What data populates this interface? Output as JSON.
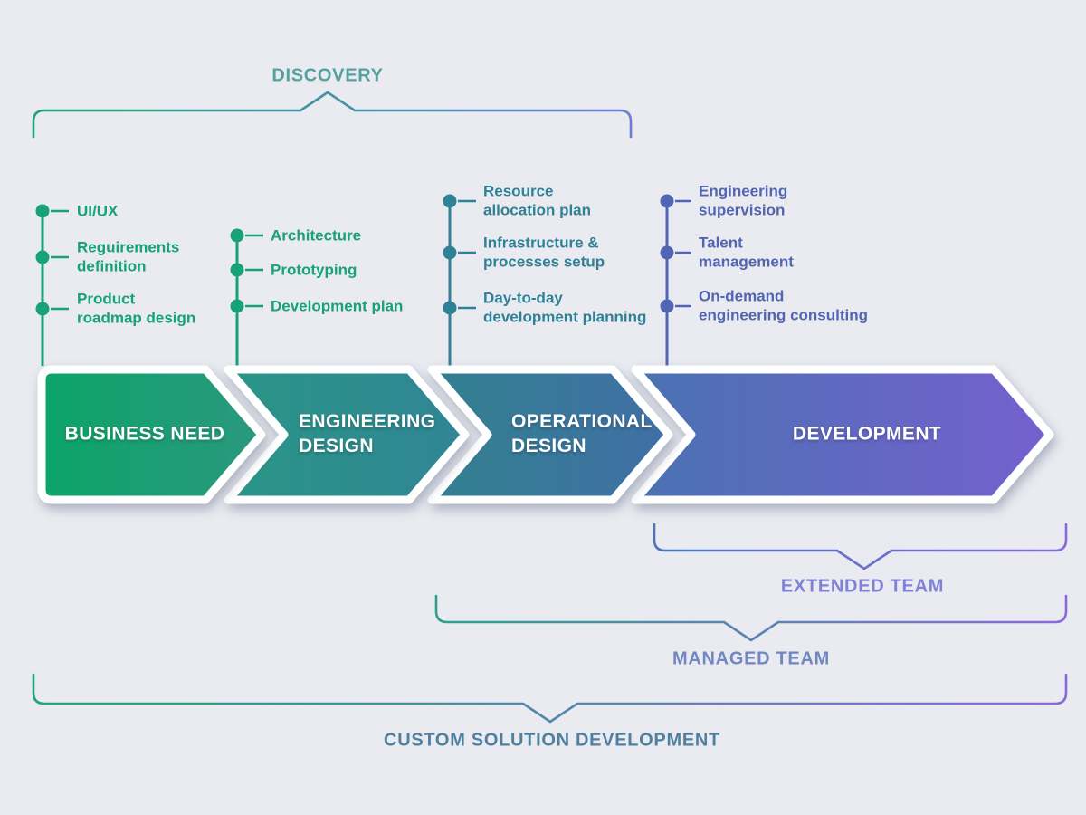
{
  "canvas": {
    "background": "#e9ebf0"
  },
  "braces": {
    "discovery": {
      "label": "DISCOVERY",
      "label_color": "#54a2a0",
      "gradient": [
        "#1ea578",
        "#6b7fd0"
      ]
    },
    "extended_team": {
      "label": "EXTENDED TEAM",
      "label_color": "#7e81d6",
      "gradient": [
        "#4a77b8",
        "#8a68d8"
      ]
    },
    "managed_team": {
      "label": "MANAGED TEAM",
      "label_color": "#7187bf",
      "gradient": [
        "#2f9e8c",
        "#8a68d8"
      ]
    },
    "custom_solution": {
      "label": "CUSTOM SOLUTION DEVELOPMENT",
      "label_color": "#50809f",
      "gradient": [
        "#1ea578",
        "#8a68d8"
      ]
    }
  },
  "stages": [
    {
      "label": "BUSINESS NEED",
      "gradient": [
        "#0ca468",
        "#2a987f"
      ]
    },
    {
      "label": "ENGINEERING\nDESIGN",
      "gradient": [
        "#2a9586",
        "#308595"
      ]
    },
    {
      "label": "OPERATIONAL\nDESIGN",
      "gradient": [
        "#32808f",
        "#406fa6"
      ]
    },
    {
      "label": "DEVELOPMENT",
      "gradient": [
        "#4a72b2",
        "#7560ce"
      ]
    }
  ],
  "lists": [
    {
      "color": "#17a277",
      "items": [
        "UI/UX",
        "Reguirements\ndefinition",
        "Product\nroadmap design"
      ]
    },
    {
      "color": "#17a277",
      "items": [
        "Architecture",
        "Prototyping",
        "Development plan"
      ]
    },
    {
      "color": "#2f8196",
      "items": [
        "Resource\nallocation plan",
        "Infrastructure &\nprocesses setup",
        "Day-to-day\ndevelopment planning"
      ]
    },
    {
      "color": "#5165b3",
      "items": [
        "Engineering\nsupervision",
        "Talent\nmanagement",
        "On-demand\nengineering consulting"
      ]
    }
  ]
}
